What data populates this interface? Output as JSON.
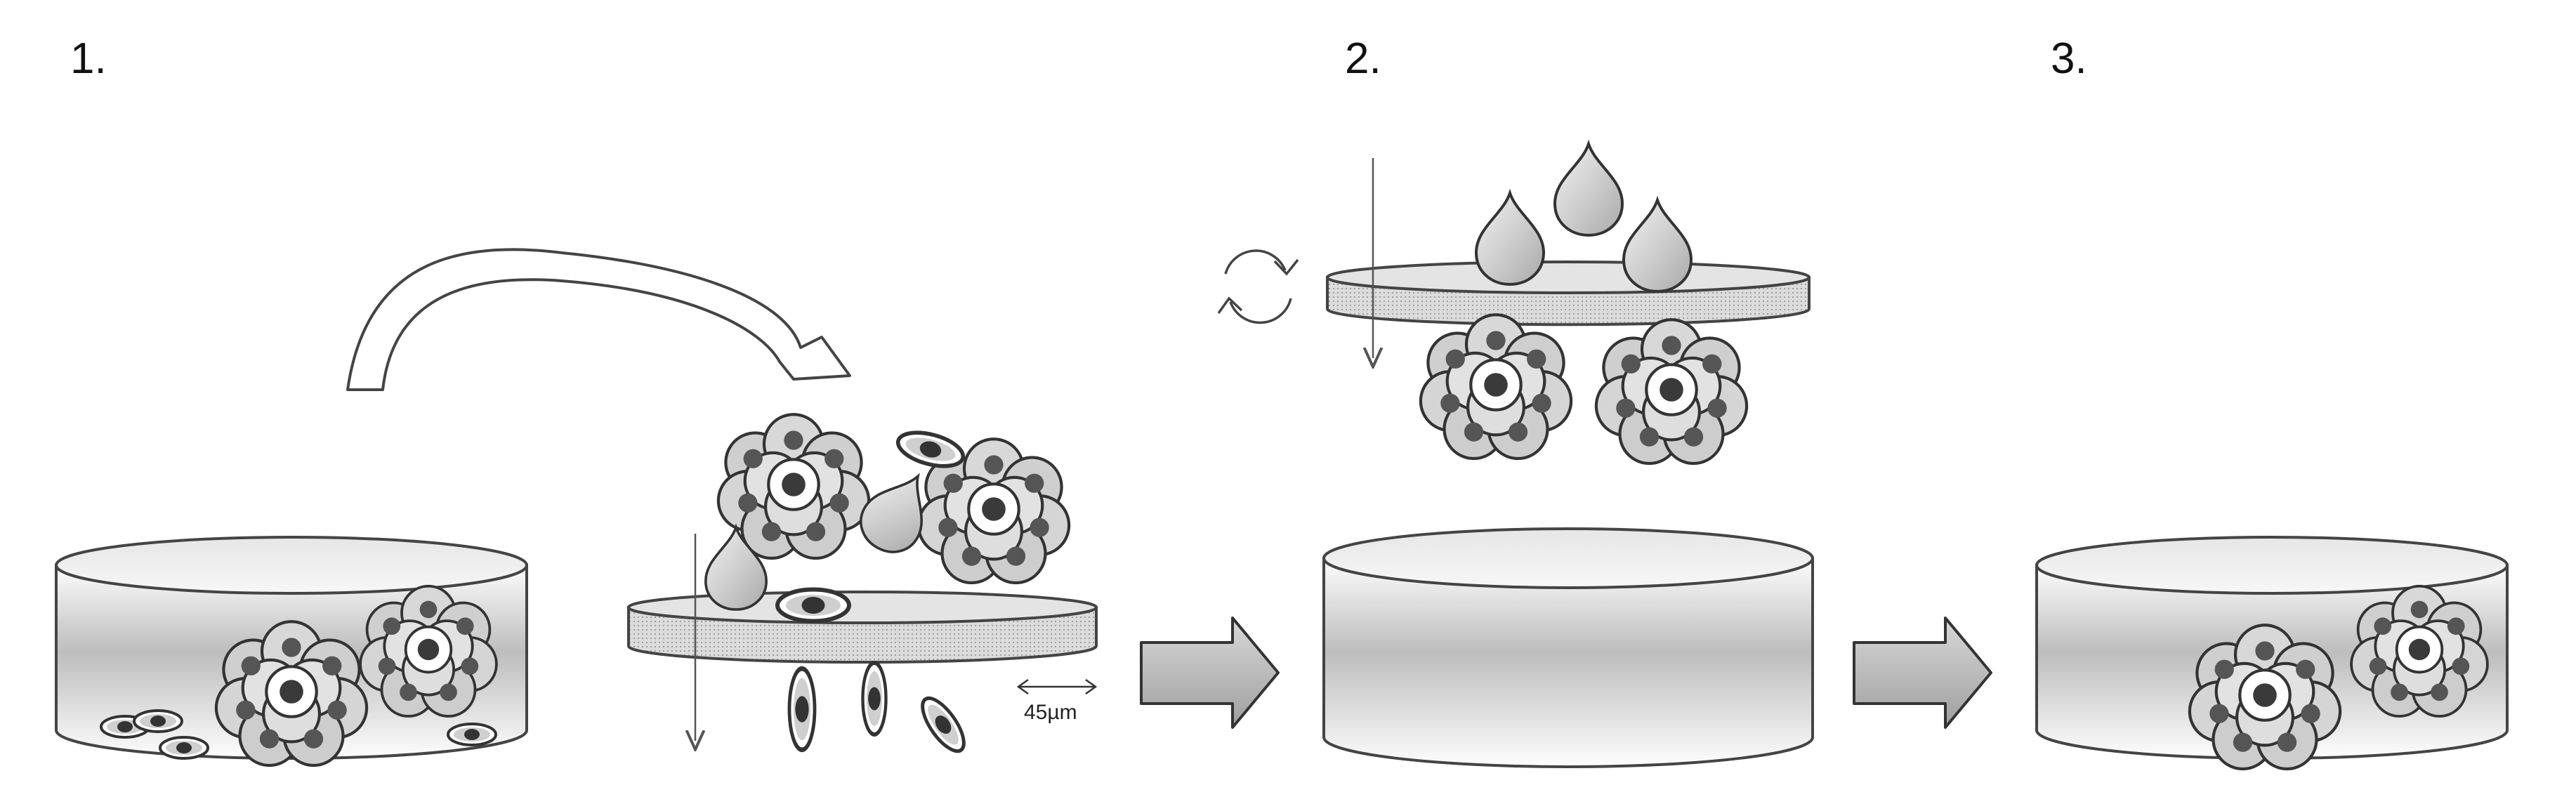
{
  "steps": [
    {
      "label": "1."
    },
    {
      "label": "2."
    },
    {
      "label": "3."
    }
  ],
  "scale_bar": {
    "label": "45µm"
  }
}
